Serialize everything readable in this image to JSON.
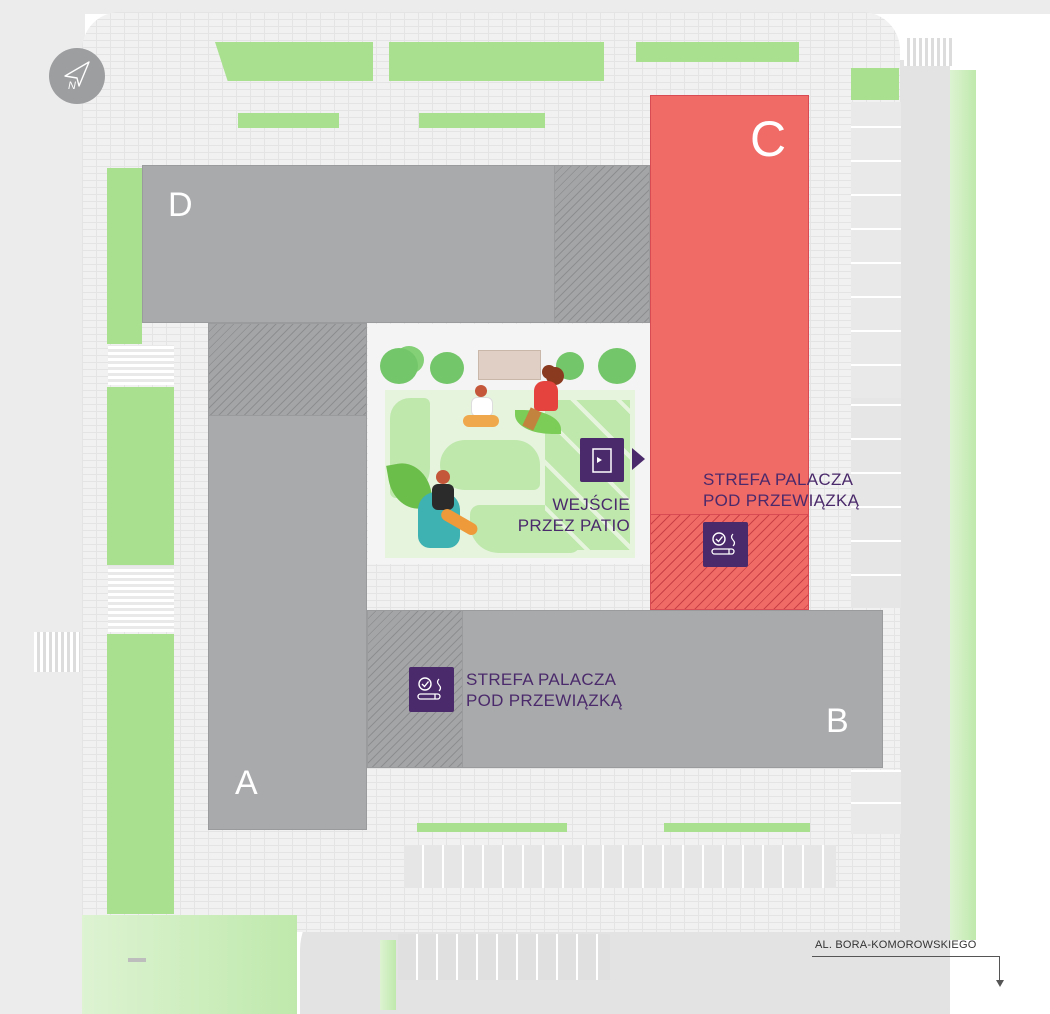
{
  "map": {
    "compass": {
      "letter": "N",
      "icon": "compass-north-icon"
    },
    "buildings": {
      "a": "A",
      "b": "B",
      "c": "C",
      "d": "D"
    },
    "entrance": {
      "line1": "WEJŚCIE",
      "line2": "PRZEZ PATIO",
      "icon": "door-entrance-icon"
    },
    "smoking_zone_c": {
      "line1": "STREFA PALACZA",
      "line2": "POD PRZEWIĄZKĄ",
      "icon": "smoking-area-icon"
    },
    "smoking_zone_b": {
      "line1": "STREFA PALACZA",
      "line2": "POD PRZEWIĄZKĄ",
      "icon": "smoking-area-icon"
    },
    "street": {
      "name": "AL. BORA-KOMOROWSKIEGO",
      "icon": "arrow-down-icon"
    },
    "colors": {
      "highlight_building": "#f06a66",
      "building": "#a9aaac",
      "grass": "#a8e08f",
      "label": "#4b2a6b"
    }
  }
}
